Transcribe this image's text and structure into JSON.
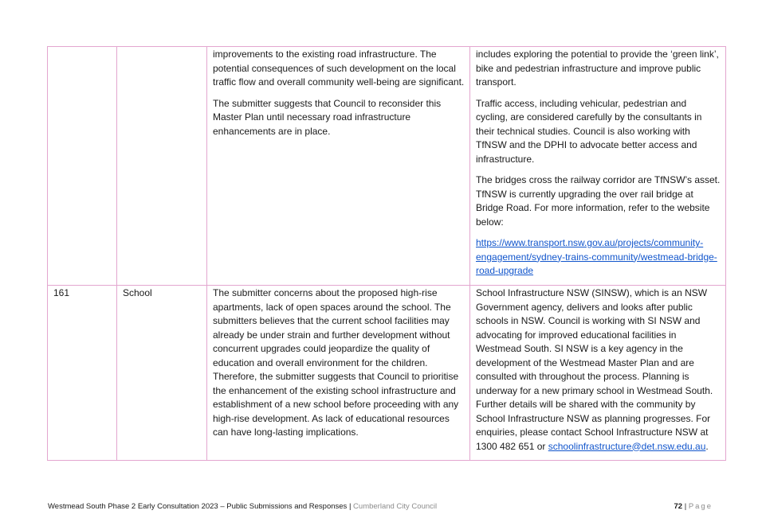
{
  "rows": [
    {
      "id": "",
      "theme": "",
      "submission": [
        "improvements to the existing road infrastructure. The potential consequences of such development on the local traffic flow and overall community well-being are significant.",
        "The submitter suggests that Council to reconsider this Master Plan until necessary road infrastructure enhancements are in place."
      ],
      "response": [
        "includes exploring the potential to provide the ‘green link’, bike and pedestrian infrastructure and improve public transport.",
        "Traffic access, including vehicular, pedestrian and cycling, are considered carefully by the consultants in their technical studies. Council is also working with TfNSW and the DPHI to advocate better access and infrastructure.",
        "The bridges cross the railway corridor are TfNSW’s asset. TfNSW is currently upgrading the over rail bridge at Bridge Road. For more information, refer to the website below:"
      ],
      "response_link": "https://www.transport.nsw.gov.au/projects/community-engagement/sydney-trains-community/westmead-bridge-road-upgrade"
    },
    {
      "id": "161",
      "theme": "School",
      "submission": [
        "The submitter concerns about the proposed high-rise apartments, lack of open spaces around the school. The submitters believes that the current school facilities may already be under strain and further development without concurrent upgrades could jeopardize the quality of education and overall environment for the children. Therefore, the submitter suggests that Council to prioritise the enhancement of the existing school infrastructure and establishment of a new school before proceeding with any high-rise development. As lack of educational resources can have long-lasting implications."
      ],
      "response_text": "School Infrastructure NSW (SINSW), which is an NSW Government agency, delivers and looks after public schools in NSW. Council is working with SI NSW and advocating for improved educational facilities in Westmead South. SI NSW is a key agency in the development of the Westmead Master Plan and are consulted with throughout the process. Planning is underway for a new primary school in Westmead South. Further details will be shared with the community by School Infrastructure NSW as planning progresses. For enquiries, please contact School Infrastructure NSW at 1300 482 651 or ",
      "response_email": "schoolinfrastructure@det.nsw.edu.au",
      "response_end": "."
    }
  ],
  "footer": {
    "doc_title": "Westmead South Phase 2 Early Consultation 2023 – Public Submissions and Responses",
    "separator": "|",
    "council": "Cumberland City Council",
    "page_number": "72",
    "page_sep": "|",
    "page_word": "Page"
  },
  "colors": {
    "border": "#e3a6cf",
    "link": "#1155cc",
    "muted": "#8c8c8c"
  }
}
